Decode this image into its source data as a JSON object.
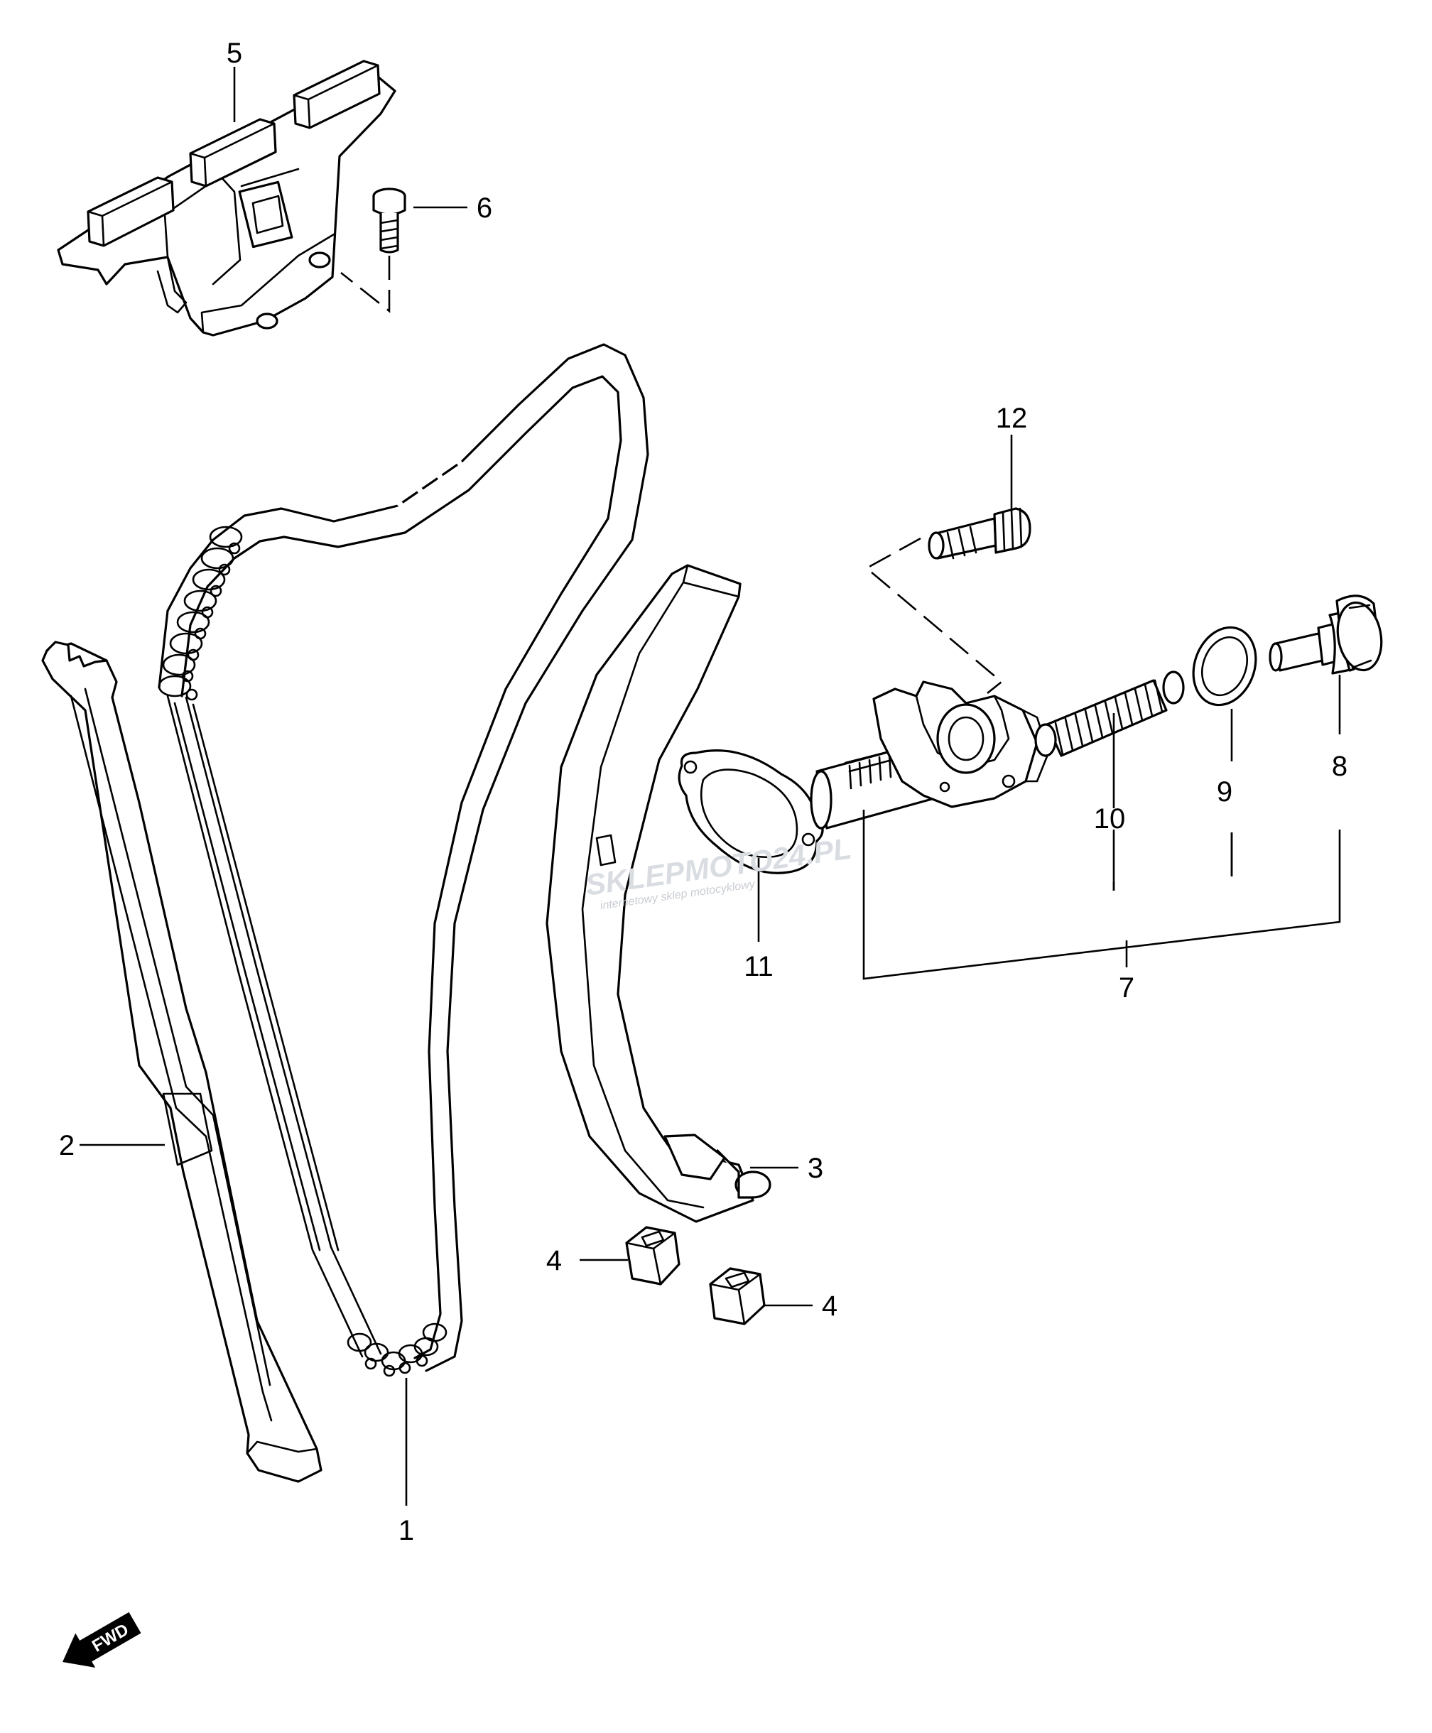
{
  "diagram": {
    "callouts": [
      {
        "id": "callout-1",
        "text": "1"
      },
      {
        "id": "callout-2",
        "text": "2"
      },
      {
        "id": "callout-3",
        "text": "3"
      },
      {
        "id": "callout-4a",
        "text": "4"
      },
      {
        "id": "callout-4b",
        "text": "4"
      },
      {
        "id": "callout-5",
        "text": "5"
      },
      {
        "id": "callout-6",
        "text": "6"
      },
      {
        "id": "callout-7",
        "text": "7"
      },
      {
        "id": "callout-8",
        "text": "8"
      },
      {
        "id": "callout-9",
        "text": "9"
      },
      {
        "id": "callout-10",
        "text": "10"
      },
      {
        "id": "callout-11",
        "text": "11"
      },
      {
        "id": "callout-12",
        "text": "12"
      }
    ],
    "fwd_arrow": {
      "label": "FWD"
    },
    "watermark": {
      "main": "SKLEPMOTO24.PL",
      "sub": "internetowy sklep motocyklowy"
    },
    "colors": {
      "line": "#000000",
      "background": "#ffffff",
      "watermark": "#d9dde2"
    }
  }
}
